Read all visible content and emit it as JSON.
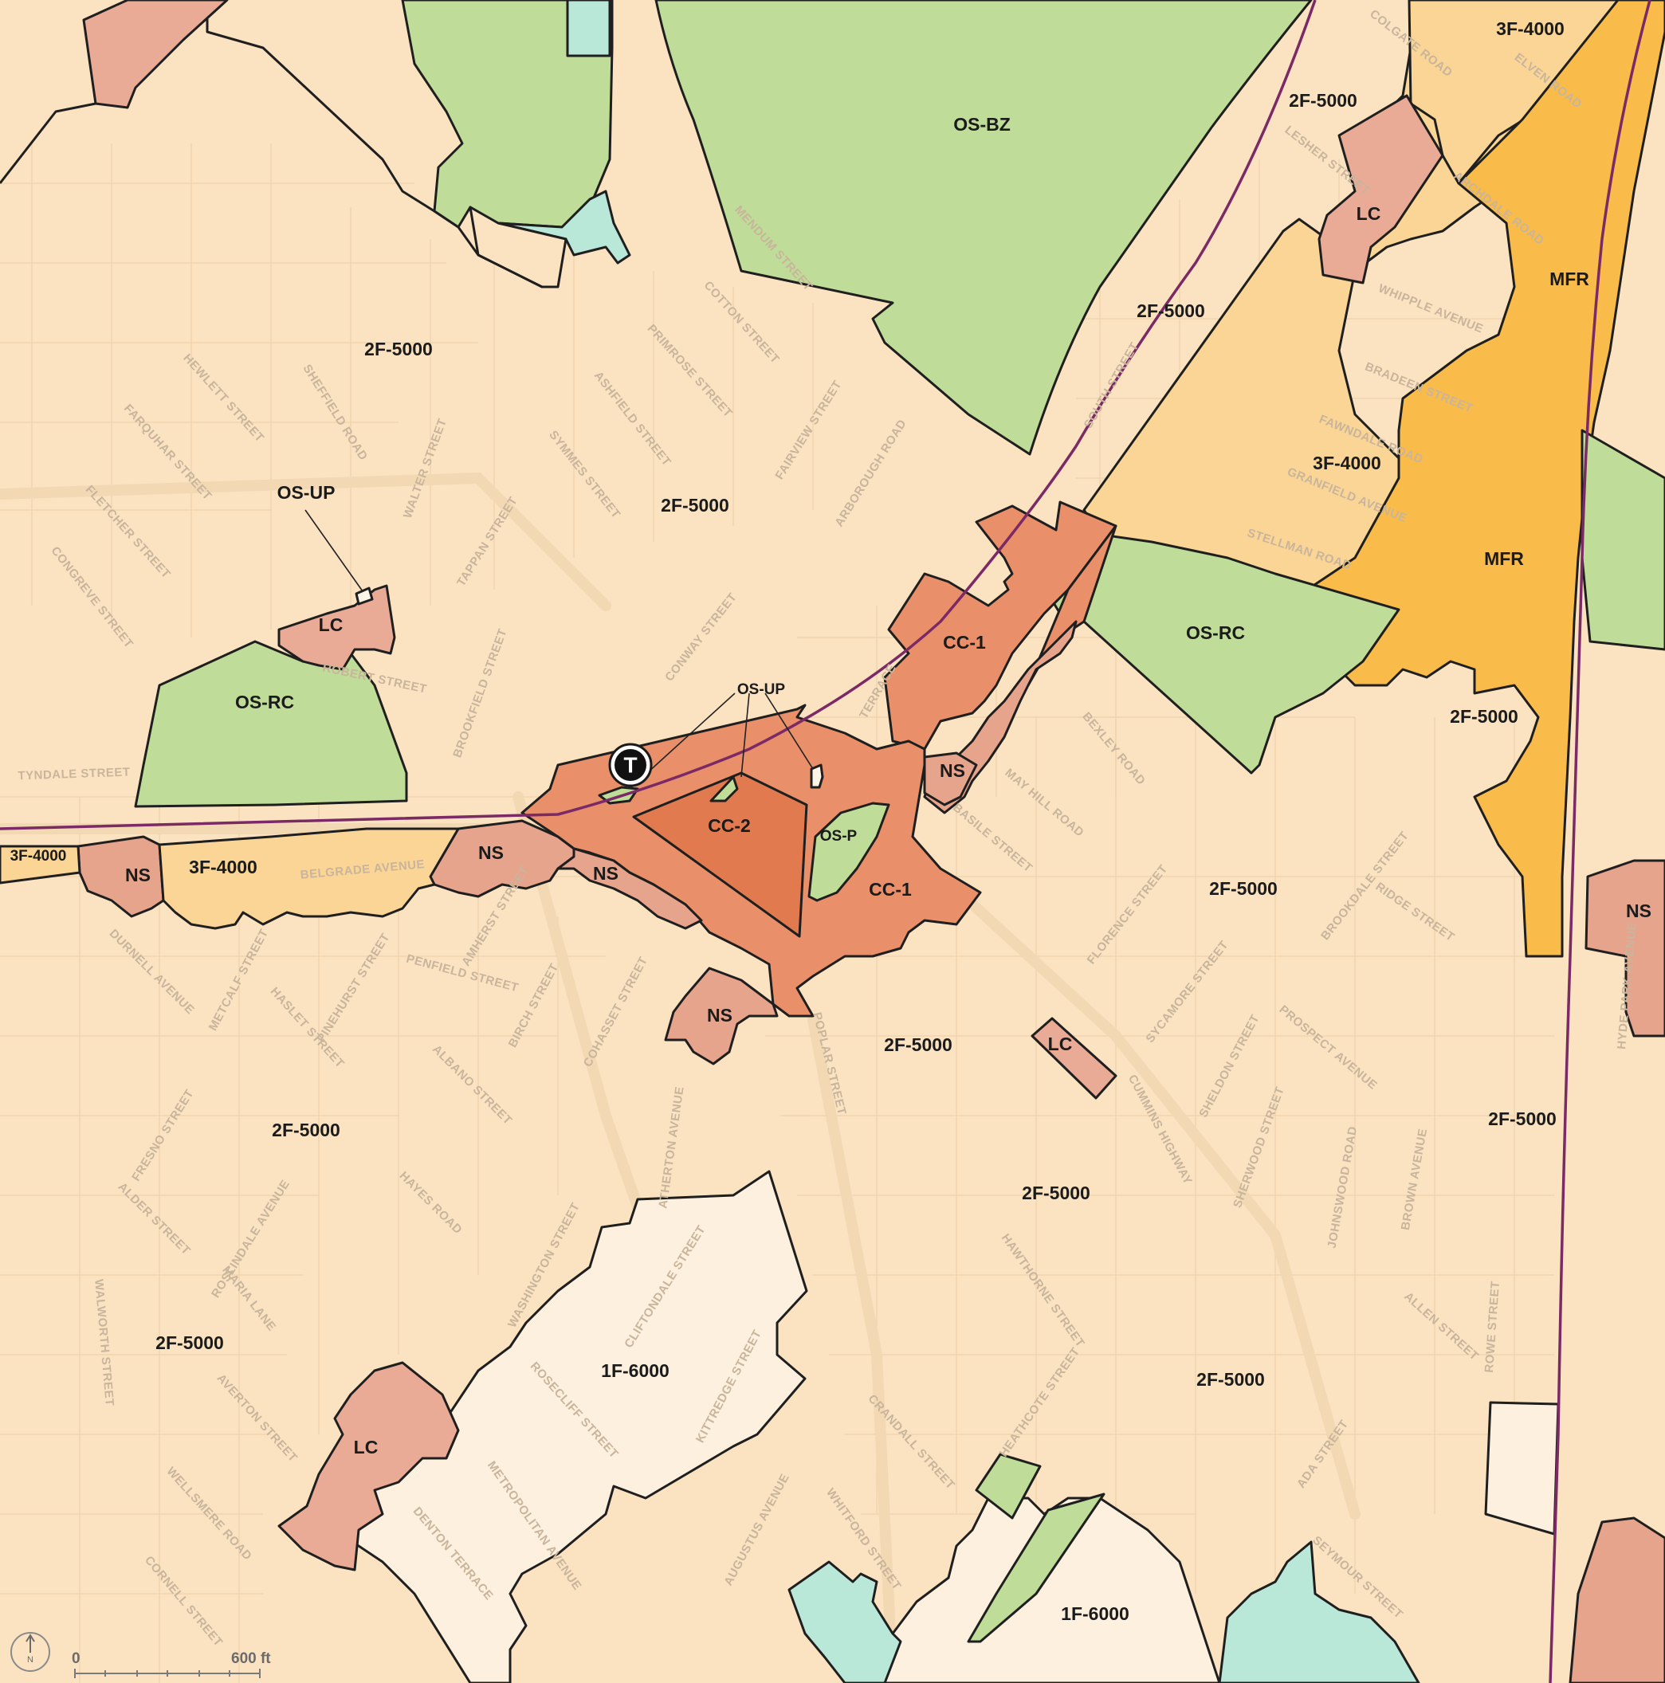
{
  "zone_labels": {
    "os_bz": "OS-BZ",
    "os_rc": "OS-RC",
    "os_up": "OS-UP",
    "os_p": "OS-P",
    "cc1": "CC-1",
    "cc2": "CC-2",
    "mfr": "MFR",
    "lc": "LC",
    "ns": "NS",
    "f2_5000": "2F-5000",
    "f3_4000": "3F-4000",
    "f1_6000": "1F-6000"
  },
  "streets": {
    "colgate": "COLGATE ROAD",
    "elven": "ELVEN ROAD",
    "lesher": "LESHER STREET",
    "archdale": "ARCHDALE ROAD",
    "whipple": "WHIPPLE AVENUE",
    "bradeen": "BRADEEN STREET",
    "fawndale": "FAWNDALE ROAD",
    "granfield": "GRANFIELD AVENUE",
    "stellman": "STELLMAN ROAD",
    "mendum": "MENDUM STREET",
    "cotton": "COTTON STREET",
    "primrose": "PRIMROSE STREET",
    "ashfield": "ASHFIELD STREET",
    "fairview": "FAIRVIEW STREET",
    "arborough": "ARBOROUGH ROAD",
    "symmes": "SYMMES STREET",
    "south": "SOUTH STREET",
    "hewlett": "HEWLETT STREET",
    "sheffield": "SHEFFIELD ROAD",
    "farquhar": "FARQUHAR STREET",
    "walter": "WALTER STREET",
    "fletcher": "FLETCHER STREET",
    "tappan": "TAPPAN STREET",
    "congreve": "CONGREVE STREET",
    "robert": "ROBERT STREET",
    "brookfield": "BROOKFIELD STREET",
    "conway": "CONWAY STREET",
    "tyndale": "TYNDALE STREET",
    "belgrade": "BELGRADE AVENUE",
    "terrace": "TERRACE",
    "bexley": "BEXLEY ROAD",
    "mayhill": "MAY HILL ROAD",
    "basile": "BASILE STREET",
    "durnell": "DURNELL AVENUE",
    "metcalf": "METCALF STREET",
    "pinehurst": "PINEHURST STREET",
    "amherst": "AMHERST STREET",
    "penfield": "PENFIELD STREET",
    "haslet": "HASLET STREET",
    "birch": "BIRCH STREET",
    "cohasset": "COHASSET STREET",
    "albano": "ALBANO STREET",
    "poplar": "POPLAR STREET",
    "florence": "FLORENCE STREET",
    "brookdale": "BROOKDALE STREET",
    "ridge": "RIDGE STREET",
    "sycamore": "SYCAMORE STREET",
    "prospect": "PROSPECT AVENUE",
    "sheldon": "SHELDON STREET",
    "cummins": "CUMMINS HIGHWAY",
    "hydepark": "HYDE PARK AVENUE",
    "fresno": "FRESNO STREET",
    "atherton": "ATHERTON AVENUE",
    "hayes": "HAYES ROAD",
    "sherwood": "SHERWOOD STREET",
    "johnswood": "JOHNSWOOD ROAD",
    "brown": "BROWN AVENUE",
    "alder": "ALDER STREET",
    "roslindale": "ROSLINDALE AVENUE",
    "maria": "MARIA LANE",
    "washington": "WASHINGTON STREET",
    "cliftondale": "CLIFTONDALE STREET",
    "hawthorne": "HAWTHORNE STREET",
    "walworth": "WALWORTH STREET",
    "allen": "ALLEN STREET",
    "rowe": "ROWE STREET",
    "rosecliff": "ROSECLIFF STREET",
    "kittredge": "KITTREDGE STREET",
    "heathcote": "HEATHCOTE STREET",
    "averton": "AVERTON STREET",
    "crandall": "CRANDALL STREET",
    "ada": "ADA STREET",
    "metropolitan": "METROPOLITAN AVENUE",
    "wellsmere": "WELLSMERE ROAD",
    "denton": "DENTON TERRACE",
    "augustus": "AUGUSTUS AVENUE",
    "whitford": "WHITFORD STREET",
    "seymour": "SEYMOUR STREET",
    "cornell": "CORNELL STREET"
  },
  "transit_symbol": "T",
  "scale": {
    "start": "0",
    "end": "600 ft"
  },
  "north_label": "N"
}
